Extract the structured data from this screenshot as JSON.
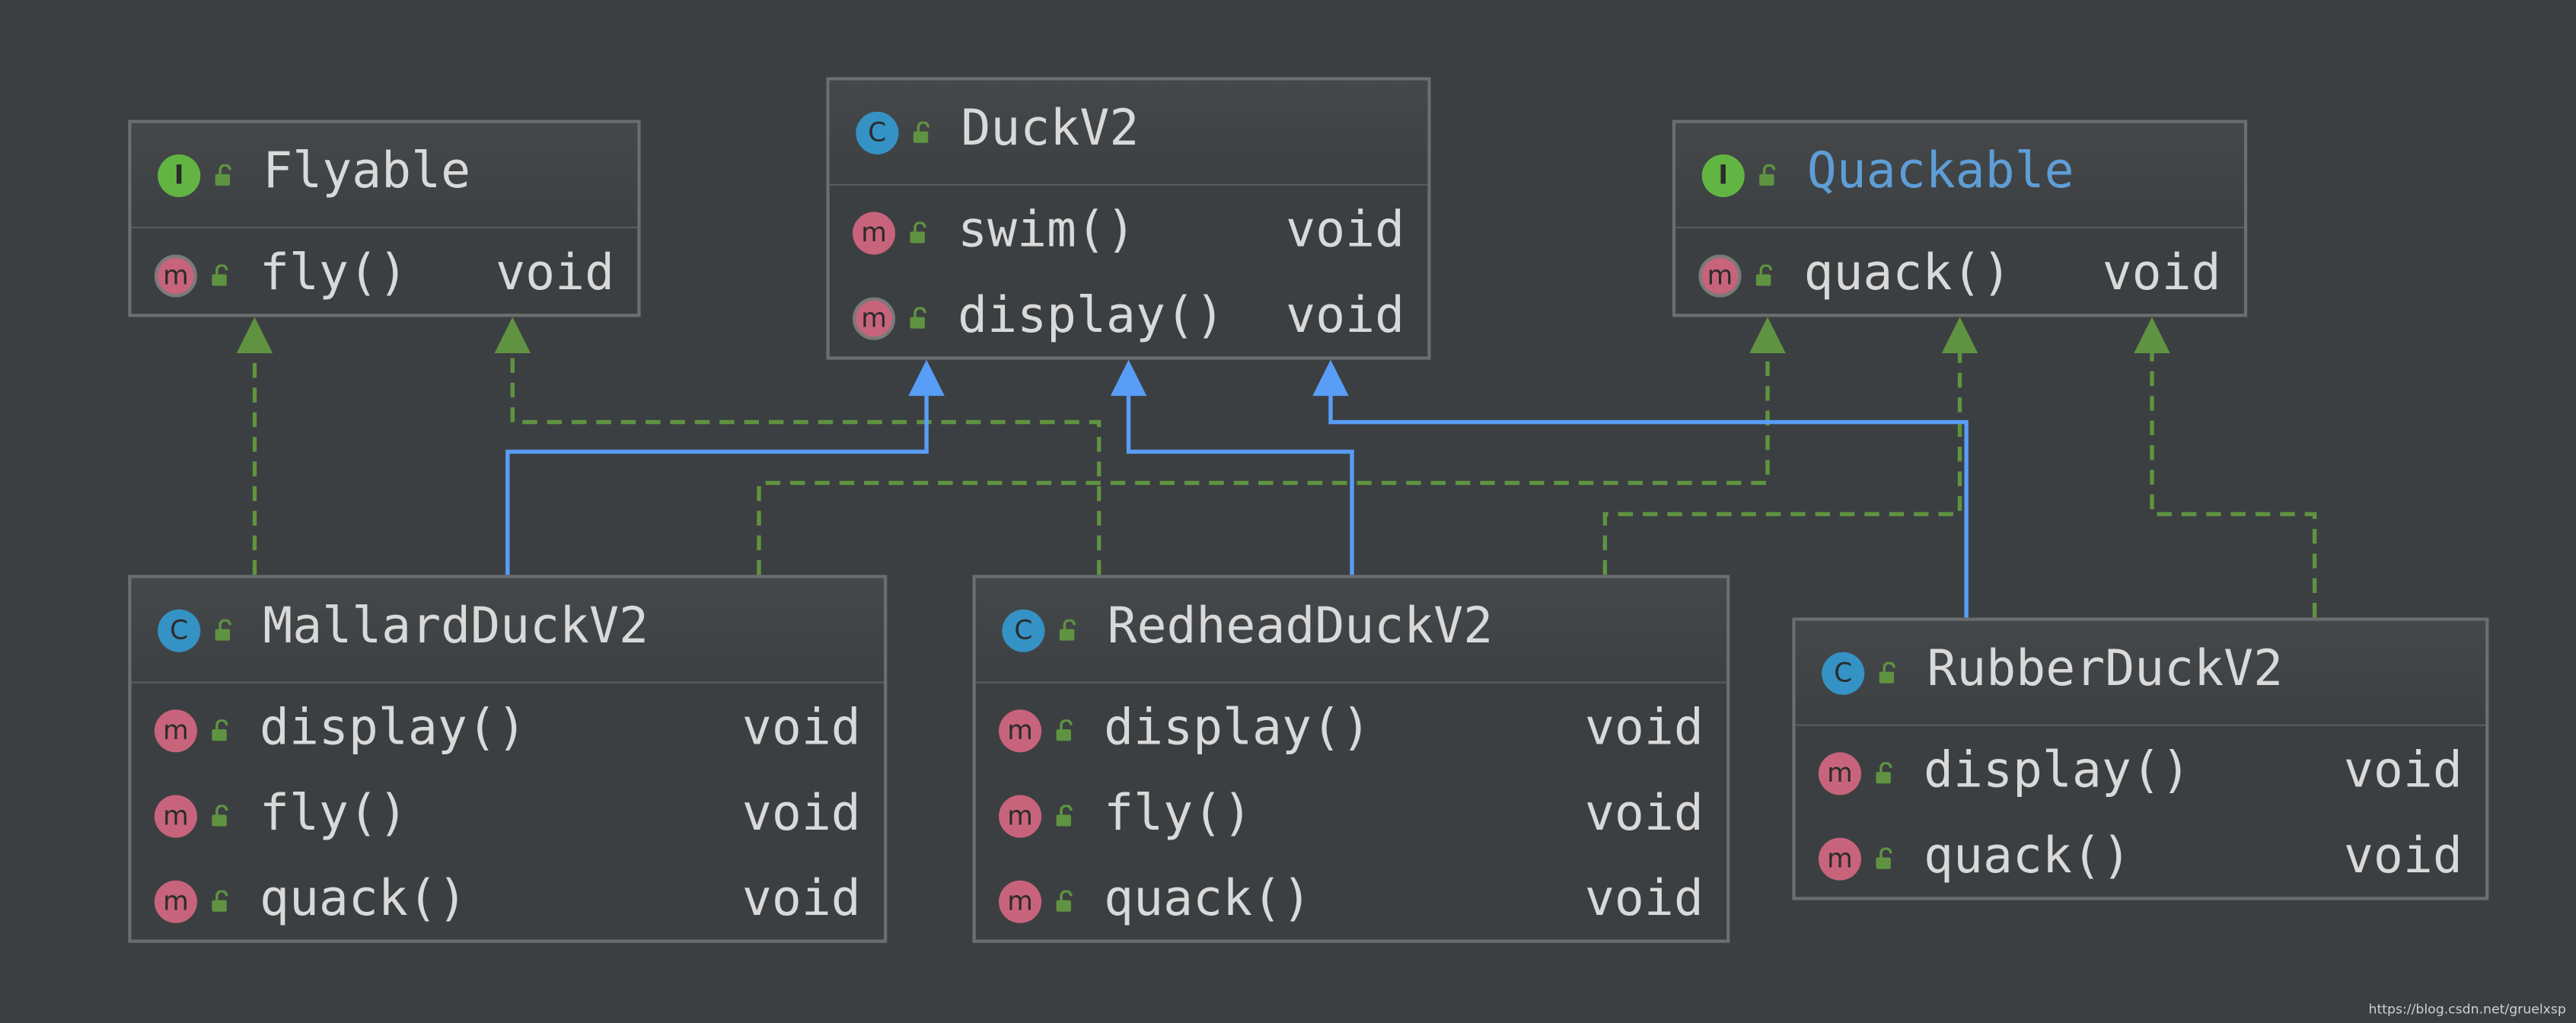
{
  "classes": {
    "flyable": {
      "name": "Flyable",
      "kind_letter": "I",
      "methods": [
        {
          "name": "fly()",
          "type": "void"
        }
      ]
    },
    "duck": {
      "name": "DuckV2",
      "kind_letter": "C",
      "methods": [
        {
          "name": "swim()",
          "type": "void"
        },
        {
          "name": "display()",
          "type": "void"
        }
      ]
    },
    "quackable": {
      "name": "Quackable",
      "kind_letter": "I",
      "methods": [
        {
          "name": "quack()",
          "type": "void"
        }
      ]
    },
    "mallard": {
      "name": "MallardDuckV2",
      "kind_letter": "C",
      "methods": [
        {
          "name": "display()",
          "type": "void"
        },
        {
          "name": "fly()",
          "type": "void"
        },
        {
          "name": "quack()",
          "type": "void"
        }
      ]
    },
    "redhead": {
      "name": "RedheadDuckV2",
      "kind_letter": "C",
      "methods": [
        {
          "name": "display()",
          "type": "void"
        },
        {
          "name": "fly()",
          "type": "void"
        },
        {
          "name": "quack()",
          "type": "void"
        }
      ]
    },
    "rubber": {
      "name": "RubberDuckV2",
      "kind_letter": "C",
      "methods": [
        {
          "name": "display()",
          "type": "void"
        },
        {
          "name": "quack()",
          "type": "void"
        }
      ]
    }
  },
  "method_letter": "m",
  "relations": {
    "extends_color": "#589df6",
    "implements_color": "#5f9341"
  },
  "colors": {
    "background": "#3c3f41",
    "interface_name": "#5e9ed6",
    "text": "#d9d9d9"
  },
  "watermark": "https://blog.csdn.net/gruelxsp"
}
